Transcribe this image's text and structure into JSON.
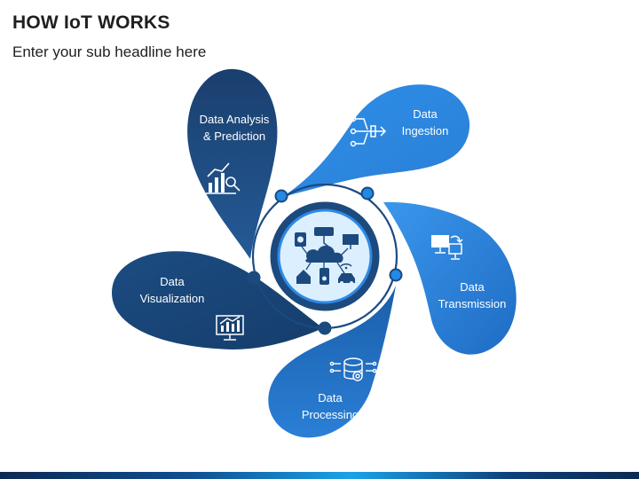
{
  "slide": {
    "title": "HOW IoT WORKS",
    "subtitle": "Enter your sub headline here"
  },
  "petals": [
    {
      "id": "analysis",
      "lines": [
        "Data Analysis",
        "& Prediction"
      ],
      "icon": "analysis-chart-magnifier-icon",
      "color": "#1d4f86"
    },
    {
      "id": "ingestion",
      "lines": [
        "Data",
        "Ingestion"
      ],
      "icon": "ingestion-arrows-icon",
      "color": "#2d8fe6"
    },
    {
      "id": "transmission",
      "lines": [
        "Data",
        "Transmission"
      ],
      "icon": "transmission-computers-icon",
      "color": "#2b87e0"
    },
    {
      "id": "processing",
      "lines": [
        "Data",
        "Processing"
      ],
      "icon": "processing-database-gear-icon",
      "color": "#1e6fc2"
    },
    {
      "id": "visualization",
      "lines": [
        "Data",
        "Visualization"
      ],
      "icon": "visualization-monitor-chart-icon",
      "color": "#1d4f86"
    }
  ],
  "center": {
    "icon": "iot-devices-network-icon"
  },
  "colors": {
    "dark": "#143f70",
    "ring": "#1a4a80",
    "center_fill": "#dcefff",
    "node": "#2389e6"
  }
}
